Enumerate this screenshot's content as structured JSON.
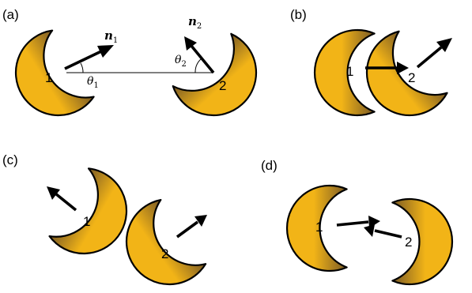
{
  "colors": {
    "crescent_light": "#f2b417",
    "crescent_dark": "#7a5a25",
    "outline": "#000000"
  },
  "panels": {
    "a": {
      "label": "(a)",
      "particle1_label": "1",
      "particle2_label": "2",
      "n1_symbol": "n",
      "n1_sub": "1",
      "n2_symbol": "n",
      "n2_sub": "2",
      "theta1_symbol": "θ",
      "theta1_sub": "1",
      "theta2_symbol": "θ",
      "theta2_sub": "2"
    },
    "b": {
      "label": "(b)",
      "particle1_label": "1",
      "particle2_label": "2"
    },
    "c": {
      "label": "(c)",
      "particle1_label": "1",
      "particle2_label": "2"
    },
    "d": {
      "label": "(d)",
      "particle1_label": "1",
      "particle2_label": "2"
    }
  }
}
